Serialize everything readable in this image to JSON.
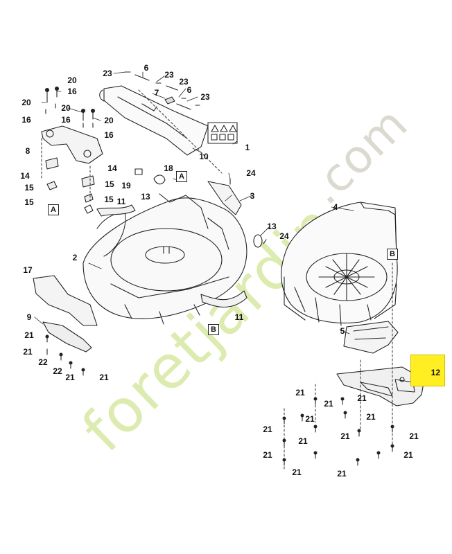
{
  "watermark": {
    "green": "foretjardin",
    "grey": ".com"
  },
  "highlight": {
    "label": "12",
    "color": "#ffee22"
  },
  "labels": [
    {
      "id": "l1",
      "t": "23"
    },
    {
      "id": "l2",
      "t": "6"
    },
    {
      "id": "l3",
      "t": "23"
    },
    {
      "id": "l4",
      "t": "20"
    },
    {
      "id": "l5",
      "t": "16"
    },
    {
      "id": "l6",
      "t": "23"
    },
    {
      "id": "l7",
      "t": "7"
    },
    {
      "id": "l8",
      "t": "6"
    },
    {
      "id": "l9",
      "t": "23"
    },
    {
      "id": "l10",
      "t": "20"
    },
    {
      "id": "l11",
      "t": "16"
    },
    {
      "id": "l12",
      "t": "20"
    },
    {
      "id": "l13",
      "t": "16"
    },
    {
      "id": "l14",
      "t": "20"
    },
    {
      "id": "l15",
      "t": "16"
    },
    {
      "id": "l16",
      "t": "1"
    },
    {
      "id": "l17",
      "t": "8"
    },
    {
      "id": "l18",
      "t": "10"
    },
    {
      "id": "l19",
      "t": "14"
    },
    {
      "id": "l20",
      "t": "15"
    },
    {
      "id": "l21",
      "t": "15"
    },
    {
      "id": "l22",
      "t": "14"
    },
    {
      "id": "l23",
      "t": "15"
    },
    {
      "id": "l24",
      "t": "15"
    },
    {
      "id": "l25",
      "t": "18"
    },
    {
      "id": "l26",
      "t": "19"
    },
    {
      "id": "l27",
      "t": "24"
    },
    {
      "id": "l28",
      "t": "3"
    },
    {
      "id": "l29",
      "t": "13"
    },
    {
      "id": "l30",
      "t": "11"
    },
    {
      "id": "l31",
      "t": "13"
    },
    {
      "id": "l32",
      "t": "24"
    },
    {
      "id": "l33",
      "t": "4"
    },
    {
      "id": "l34",
      "t": "2"
    },
    {
      "id": "l35",
      "t": "17"
    },
    {
      "id": "l36",
      "t": "9"
    },
    {
      "id": "l37",
      "t": "21"
    },
    {
      "id": "l38",
      "t": "21"
    },
    {
      "id": "l39",
      "t": "22"
    },
    {
      "id": "l40",
      "t": "22"
    },
    {
      "id": "l41",
      "t": "21"
    },
    {
      "id": "l42",
      "t": "21"
    },
    {
      "id": "l43",
      "t": "11"
    },
    {
      "id": "l44",
      "t": "5"
    },
    {
      "id": "l45",
      "t": "21"
    },
    {
      "id": "l46",
      "t": "21"
    },
    {
      "id": "l47",
      "t": "21"
    },
    {
      "id": "l48",
      "t": "21"
    },
    {
      "id": "l49",
      "t": "21"
    },
    {
      "id": "l50",
      "t": "21"
    },
    {
      "id": "l51",
      "t": "21"
    },
    {
      "id": "l52",
      "t": "21"
    },
    {
      "id": "l53",
      "t": "21"
    },
    {
      "id": "l54",
      "t": "21"
    },
    {
      "id": "l55",
      "t": "21"
    },
    {
      "id": "l56",
      "t": "21"
    },
    {
      "id": "l57",
      "t": "21"
    }
  ],
  "refs": [
    {
      "id": "r1",
      "t": "A"
    },
    {
      "id": "r2",
      "t": "A"
    },
    {
      "id": "r3",
      "t": "B"
    },
    {
      "id": "r4",
      "t": "B"
    }
  ]
}
